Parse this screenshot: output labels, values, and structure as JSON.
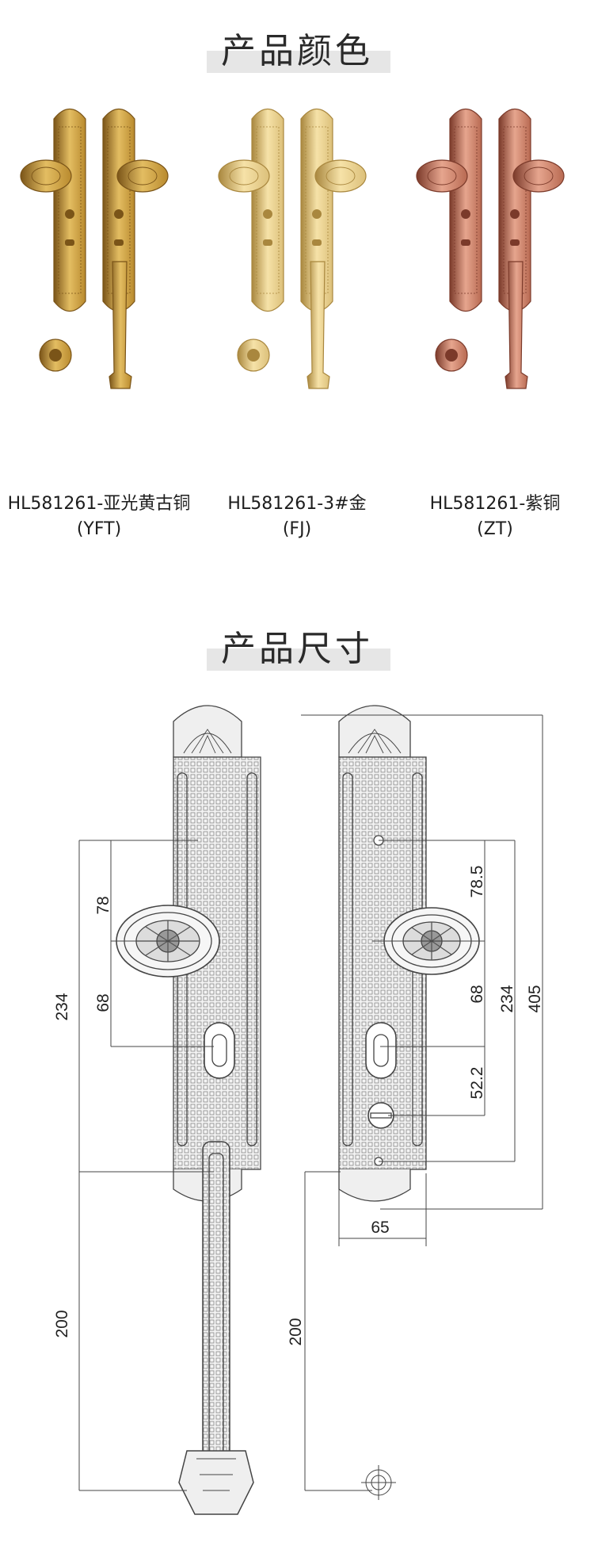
{
  "colors_section": {
    "title": "产品颜色"
  },
  "variants": [
    {
      "model": "HL581261-亚光黄古铜",
      "code": "(YFT)",
      "base": "#b98a2e",
      "light": "#e3bd62",
      "dark": "#7a5418"
    },
    {
      "model": "HL581261-3#金",
      "code": "(FJ)",
      "base": "#dcc07a",
      "light": "#f6e2a8",
      "dark": "#a9873e"
    },
    {
      "model": "HL581261-紫铜",
      "code": "(ZT)",
      "base": "#b86a52",
      "light": "#e6a58e",
      "dark": "#7b3a2a"
    }
  ],
  "size_section": {
    "title": "产品尺寸"
  },
  "dimensions": {
    "left_upper": "78",
    "left_lower": "68",
    "left_total": "234",
    "left_handle": "200",
    "right_upper": "78.5",
    "right_lower": "68",
    "right_total": "234",
    "right_overall": "405",
    "right_cylinder": "52.2",
    "right_width": "65",
    "right_handle": "200"
  },
  "line_color": "#444444"
}
